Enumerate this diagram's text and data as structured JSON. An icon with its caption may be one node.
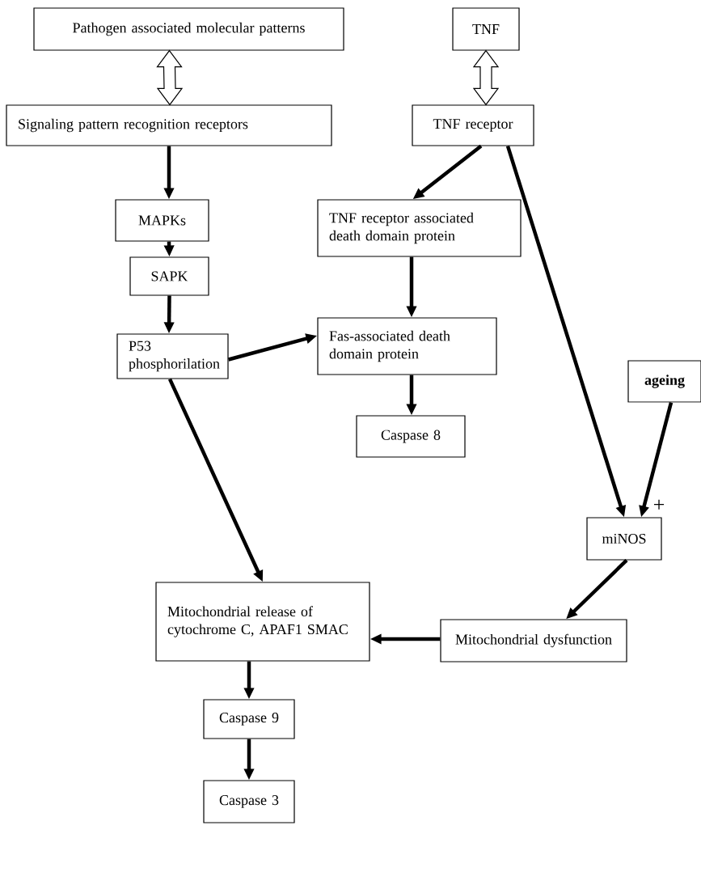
{
  "diagram": {
    "nodes": [
      {
        "text": [
          "Pathogen associated molecular patterns"
        ]
      },
      {
        "text": [
          "TNF"
        ]
      },
      {
        "text": [
          "Signaling pattern recognition receptors"
        ]
      },
      {
        "text": [
          "TNF receptor"
        ]
      },
      {
        "text": [
          "MAPKs"
        ]
      },
      {
        "text": [
          "TNF receptor associated death domain protein"
        ]
      },
      {
        "text": [
          "SAPK"
        ]
      },
      {
        "text": [
          "Fas-associated death domain protein"
        ]
      },
      {
        "text": [
          "P53 phosphorilation"
        ]
      },
      {
        "text": [
          "ageing"
        ]
      },
      {
        "text": [
          "Caspase 8"
        ]
      },
      {
        "text": [
          "miNOS"
        ]
      },
      {
        "text": [
          "Mitochondrial release of cytochrome C, APAF1 SMAC"
        ]
      },
      {
        "text": [
          "Mitochondrial dysfunction"
        ]
      },
      {
        "text": [
          "Caspase 9"
        ]
      },
      {
        "text": [
          "Caspase 3"
        ]
      }
    ],
    "edges": [
      {
        "from": 0,
        "to": 2,
        "arrow": "both"
      },
      {
        "from": 1,
        "to": 3,
        "arrow": "both"
      },
      {
        "from": 2,
        "to": 4,
        "arrow": "to"
      },
      {
        "from": 3,
        "to": 5,
        "arrow": "to"
      },
      {
        "from": 3,
        "to": 11,
        "arrow": "to"
      },
      {
        "from": 4,
        "to": 6,
        "arrow": "to"
      },
      {
        "from": 5,
        "to": 7,
        "arrow": "to"
      },
      {
        "from": 6,
        "to": 8,
        "arrow": "to"
      },
      {
        "from": 8,
        "to": 7,
        "arrow": "to"
      },
      {
        "from": 7,
        "to": 10,
        "arrow": "to"
      },
      {
        "from": 8,
        "to": 12,
        "arrow": "to"
      },
      {
        "from": 9,
        "to": 11,
        "arrow": "to",
        "label": "+"
      },
      {
        "from": 11,
        "to": 13,
        "arrow": "to"
      },
      {
        "from": 13,
        "to": 12,
        "arrow": "to"
      },
      {
        "from": 12,
        "to": 14,
        "arrow": "to"
      },
      {
        "from": 14,
        "to": 15,
        "arrow": "to"
      }
    ]
  }
}
